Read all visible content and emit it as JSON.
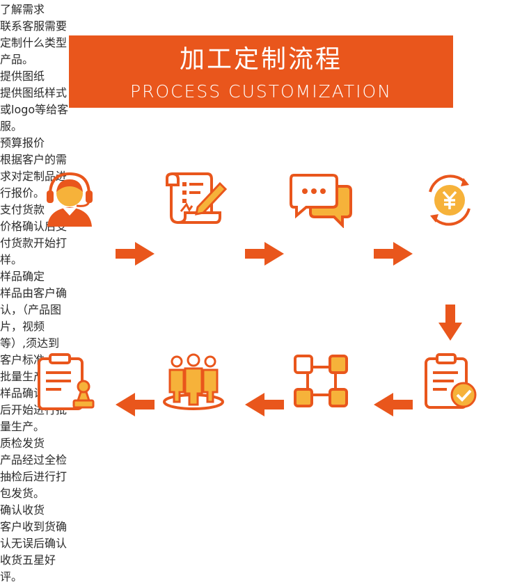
{
  "banner": {
    "title": "加工定制流程",
    "subtitle": "PROCESS CUSTOMIZATION"
  },
  "colors": {
    "accent": "#e9561c",
    "accent_light": "#f6b23a",
    "ink": "#222222"
  },
  "steps": [
    {
      "title": "了解需求",
      "desc": "联系客服需要定制什么类型产品。",
      "icon": "customer-service-headset-icon"
    },
    {
      "title": "提供图纸",
      "desc": "提供图纸样式或logo等给客服。",
      "icon": "drawing-scroll-pencil-icon"
    },
    {
      "title": "预算报价",
      "desc": "根据客户的需求对定制品进行报价。",
      "icon": "chat-bubbles-icon"
    },
    {
      "title": "支付货款",
      "desc": "价格确认后支付货款开始打样。",
      "icon": "yuan-coin-cycle-icon"
    },
    {
      "title": "样品确定",
      "desc": "样品由客户确认，（产品图片，视频等）,须达到客户标准。",
      "icon": "clipboard-check-icon"
    },
    {
      "title": "批量生产",
      "desc": "样品确认合格后开始进行批量生产。",
      "icon": "production-nodes-icon"
    },
    {
      "title": "质检发货",
      "desc": "产品经过全检抽检后进行打包发货。",
      "icon": "team-inspection-icon"
    },
    {
      "title": "确认收货",
      "desc": "客户收到货确认无误后确认收货五星好评。",
      "icon": "clipboard-stamp-icon"
    }
  ]
}
